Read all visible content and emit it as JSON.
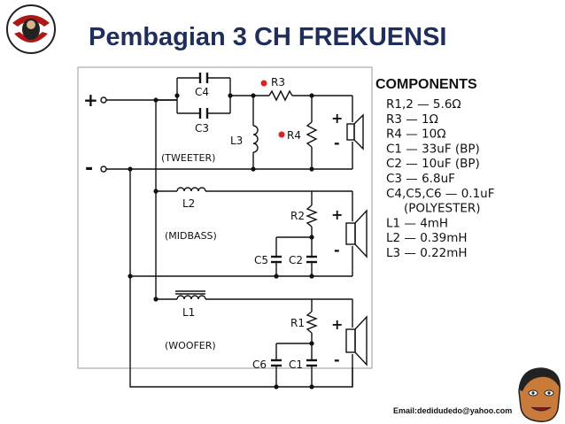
{
  "slide": {
    "title": "Pembagian 3 CH FREKUENSI",
    "email": "Email:dedidudedo@yahoo.com"
  },
  "schematic": {
    "terminals": {
      "plus": "+",
      "minus": "-"
    },
    "labels": {
      "C4": "C4",
      "C3": "C3",
      "R3": "R3",
      "R4": "R4",
      "L3": "L3",
      "L2": "L2",
      "R2": "R2",
      "C5": "C5",
      "C2": "C2",
      "L1": "L1",
      "R1": "R1",
      "C6": "C6",
      "C1": "C1"
    },
    "sections": {
      "tweeter": "(TWEETER)",
      "midbass": "(MIDBASS)",
      "woofer": "(WOOFER)"
    },
    "speaker_polarity": {
      "plus": "+",
      "minus": "-"
    },
    "highlight_color": "#e02020"
  },
  "components": {
    "title": "COMPONENTS",
    "items": [
      "R1,2 — 5.6Ω",
      "R3 — 1Ω",
      "R4 — 10Ω",
      "C1 — 33uF (BP)",
      "C2 — 10uF (BP)",
      "C3 — 6.8uF",
      "C4,C5,C6 — 0.1uF",
      "(POLYESTER)",
      "L1 — 4mH",
      "L2 — 0.39mH",
      "L3 — 0.22mH"
    ]
  }
}
